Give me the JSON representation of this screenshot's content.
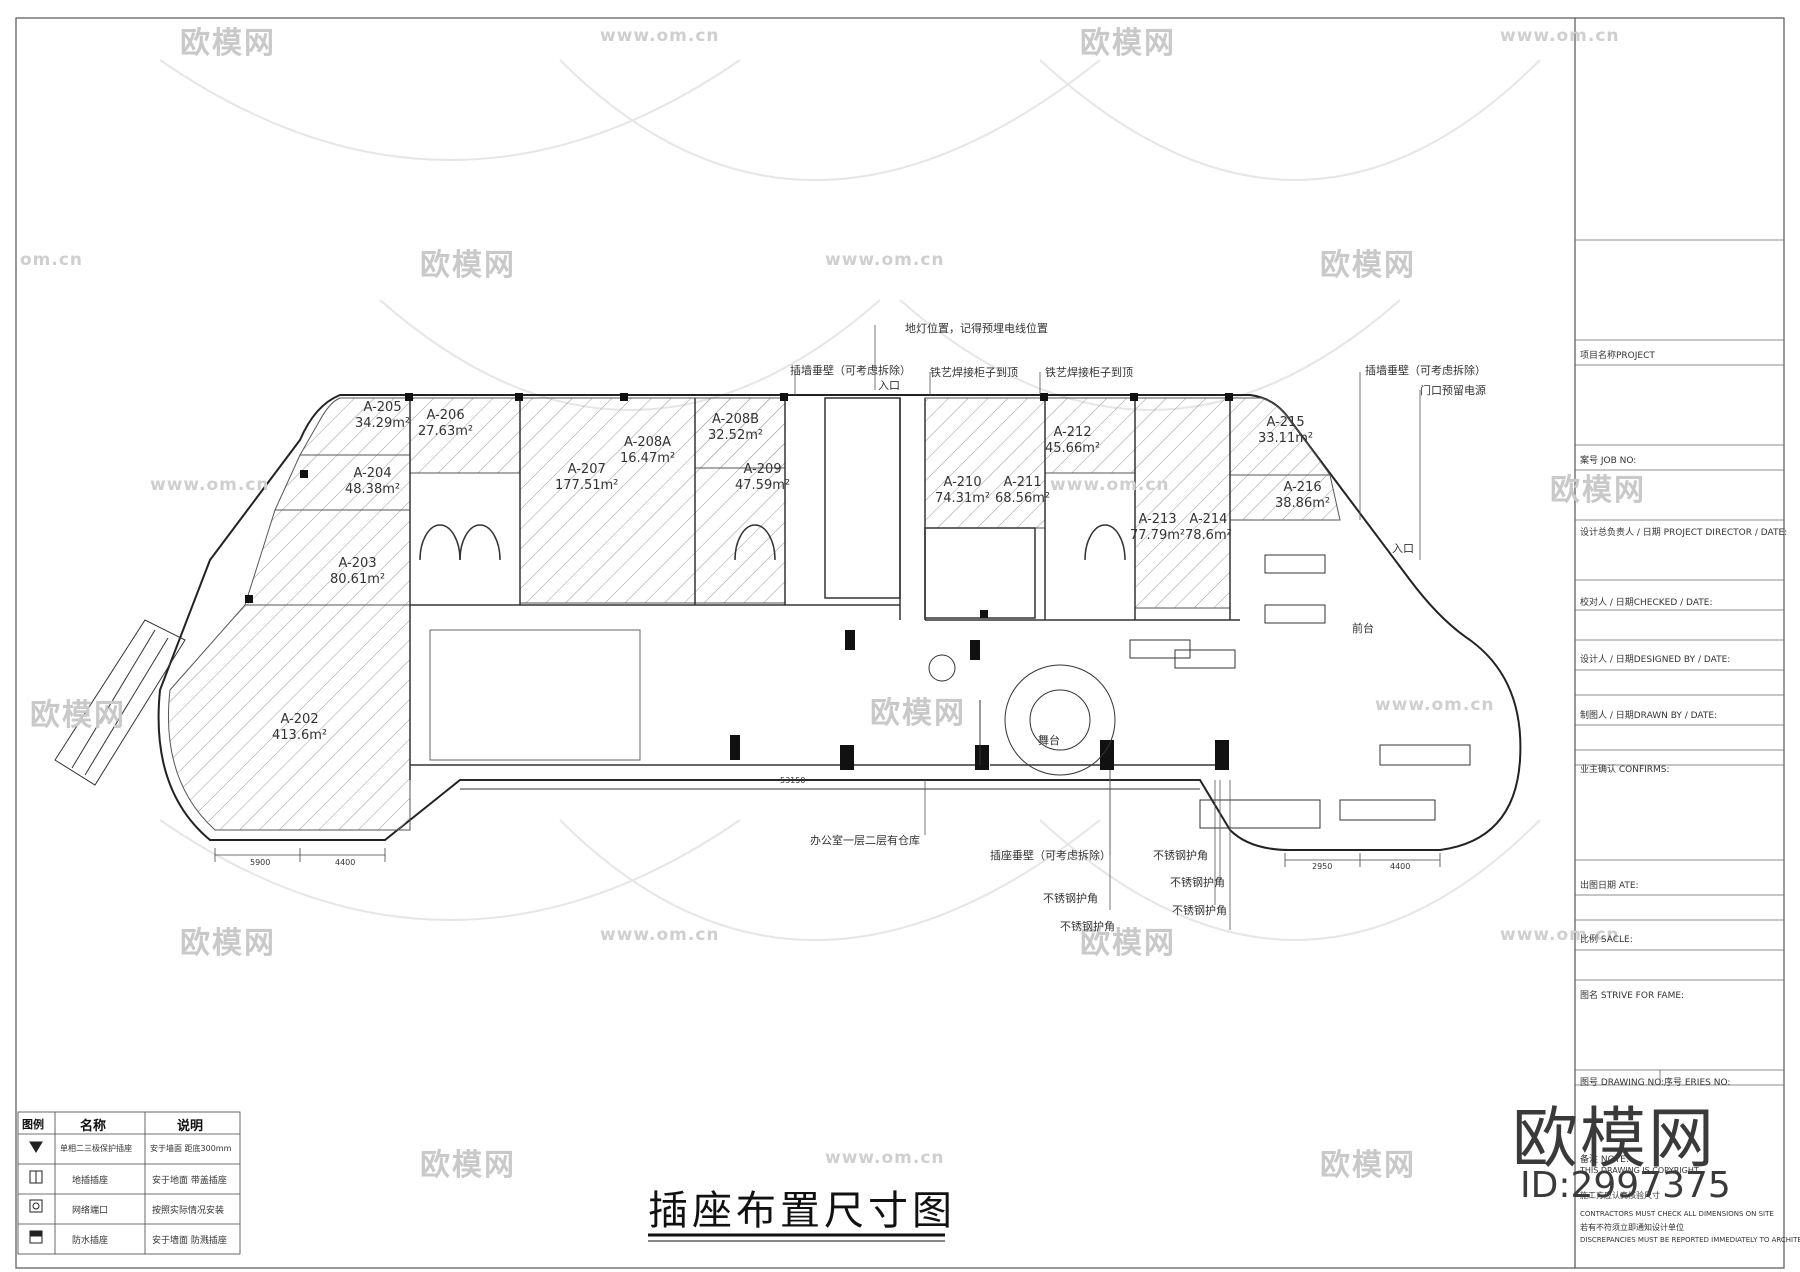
{
  "drawing_title": "插座布置尺寸图",
  "watermark": {
    "brand": "欧模网",
    "url": "www.om.cn",
    "url_fragment": "om.cn"
  },
  "corner_mark": {
    "brand": "欧模网",
    "id": "ID:2997375"
  },
  "rooms": [
    {
      "code": "A-205",
      "area": "34.29m²"
    },
    {
      "code": "A-206",
      "area": "27.63m²"
    },
    {
      "code": "A-207",
      "area": "177.51m²"
    },
    {
      "code": "A-208A",
      "area": "16.47m²"
    },
    {
      "code": "A-208B",
      "area": "32.52m²"
    },
    {
      "code": "A-209",
      "area": "47.59m²"
    },
    {
      "code": "A-204",
      "area": "48.38m²"
    },
    {
      "code": "A-203",
      "area": "80.61m²"
    },
    {
      "code": "A-202",
      "area": "413.6m²"
    },
    {
      "code": "A-210",
      "area": "74.31m²"
    },
    {
      "code": "A-211",
      "area": "68.56m²"
    },
    {
      "code": "A-212",
      "area": "45.66m²"
    },
    {
      "code": "A-213",
      "area": "77.79m²"
    },
    {
      "code": "A-214",
      "area": "78.6m²"
    },
    {
      "code": "A-215",
      "area": "33.11m²"
    },
    {
      "code": "A-216",
      "area": "38.86m²"
    }
  ],
  "annotations": {
    "floor_lamp": "地灯位置，记得预埋电线位置",
    "partition_left": "插墙垂壁（可考虑拆除）",
    "entrance_top": "入口",
    "iron_left": "铁艺焊接柜子到顶",
    "iron_right": "铁艺焊接柜子到顶",
    "partition_right": "插墙垂壁（可考虑拆除）",
    "door_power": "门口预留电源",
    "office_storage": "办公室一层二层有仓库",
    "partition_bottom": "插座垂壁（可考虑拆除）",
    "steel_1": "不锈钢护角",
    "steel_2": "不锈钢护角",
    "steel_3": "不锈钢护角",
    "steel_4": "不锈钢护角",
    "steel_5": "不锈钢护角",
    "entrance_right": "入口",
    "reception": "前台",
    "stage": "舞台",
    "dim_main": "53150",
    "dim_a": "5900",
    "dim_b": "4400",
    "dim_c": "2950",
    "dim_d": "4400"
  },
  "title_block": {
    "project": "项目名称PROJECT",
    "job_no": "案号 JOB NO:",
    "director": "设计总负责人 / 日期 PROJECT DIRECTOR / DATE:",
    "checked": "校对人 / 日期CHECKED / DATE:",
    "designed": "设计人 / 日期DESIGNED BY / DATE:",
    "drawn": "制图人 / 日期DRAWN BY / DATE:",
    "confirm": "业主确认 CONFIRMS:",
    "issue_date": "出图日期 ATE:",
    "scale": "比例 SACLE:",
    "drawing_name": "图名 STRIVE FOR FAME:",
    "drawing_no": "图号 DRAWING NO:",
    "series_no": "序号 ERIES NO:",
    "remark": "备注 NOTE:",
    "copyright": "THIS DRAWING IS COPYRIGHT",
    "note_1": "施工方应认真核验尺寸",
    "note_2": "CONTRACTORS MUST CHECK ALL DIMENSIONS ON SITE",
    "note_3": "若有不符须立即通知设计单位",
    "note_4": "DISCREPANCIES MUST BE REPORTED IMMEDIATELY TO ARCHITECTS"
  },
  "legend": {
    "headers": [
      "图例",
      "名称",
      "说明"
    ],
    "rows": [
      {
        "name": "单相二三极保护插座",
        "desc": "安于墙面 距底300mm"
      },
      {
        "name": "地插插座",
        "desc": "安于地面 带盖插座"
      },
      {
        "name": "网络端口",
        "desc": "按照实际情况安装"
      },
      {
        "name": "防水插座",
        "desc": "安于墙面 防溅插座"
      }
    ]
  }
}
